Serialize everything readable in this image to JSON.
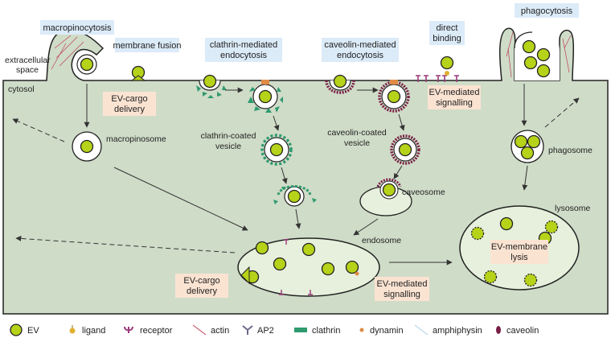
{
  "pathways": {
    "macropinocytosis": "macropinocytosis",
    "membrane_fusion": "membrane fusion",
    "clathrin_1": "clathrin-mediated",
    "clathrin_2": "endocytosis",
    "caveolin_1": "caveolin-mediated",
    "caveolin_2": "endocytosis",
    "direct_1": "direct",
    "direct_2": "binding",
    "phagocytosis": "phagocytosis"
  },
  "regions": {
    "extracellular_1": "extracellular",
    "extracellular_2": "space",
    "cytosol": "cytosol"
  },
  "structures": {
    "macropinosome": "macropinosome",
    "clathrin_vesicle_1": "clathrin-coated",
    "clathrin_vesicle_2": "vesicle",
    "caveolin_vesicle_1": "caveolin-coated",
    "caveolin_vesicle_2": "vesicle",
    "caveosome": "caveosome",
    "endosome": "endosome",
    "phagosome": "phagosome",
    "lysosome": "lysosome"
  },
  "outcomes": {
    "cargo_delivery_top_1": "EV-cargo",
    "cargo_delivery_top_2": "delivery",
    "signalling_top_1": "EV-mediated",
    "signalling_top_2": "signalling",
    "cargo_delivery_bottom_1": "EV-cargo",
    "cargo_delivery_bottom_2": "delivery",
    "signalling_bottom_1": "EV-mediated",
    "signalling_bottom_2": "signalling",
    "membrane_lysis_1": "EV-membrane",
    "membrane_lysis_2": "lysis"
  },
  "legend": {
    "ev": "EV",
    "ligand": "ligand",
    "receptor": "receptor",
    "actin": "actin",
    "ap2": "AP2",
    "clathrin": "clathrin",
    "dynamin": "dynamin",
    "amphiphysin": "amphiphysin",
    "caveolin": "caveolin"
  },
  "colors": {
    "cytosol": "#cfdcc8",
    "label_blue": "#dcebf8",
    "label_peach": "#fbe3d2",
    "ev_fill": "#b6d219",
    "clathrin": "#2f9a6f",
    "caveolin": "#7a1f46",
    "receptor": "#9b3a7b",
    "actin": "#c0405a",
    "dynamin": "#e08a45",
    "ligand": "#e0b030",
    "vesicle_fill": "#e6f0dc"
  }
}
